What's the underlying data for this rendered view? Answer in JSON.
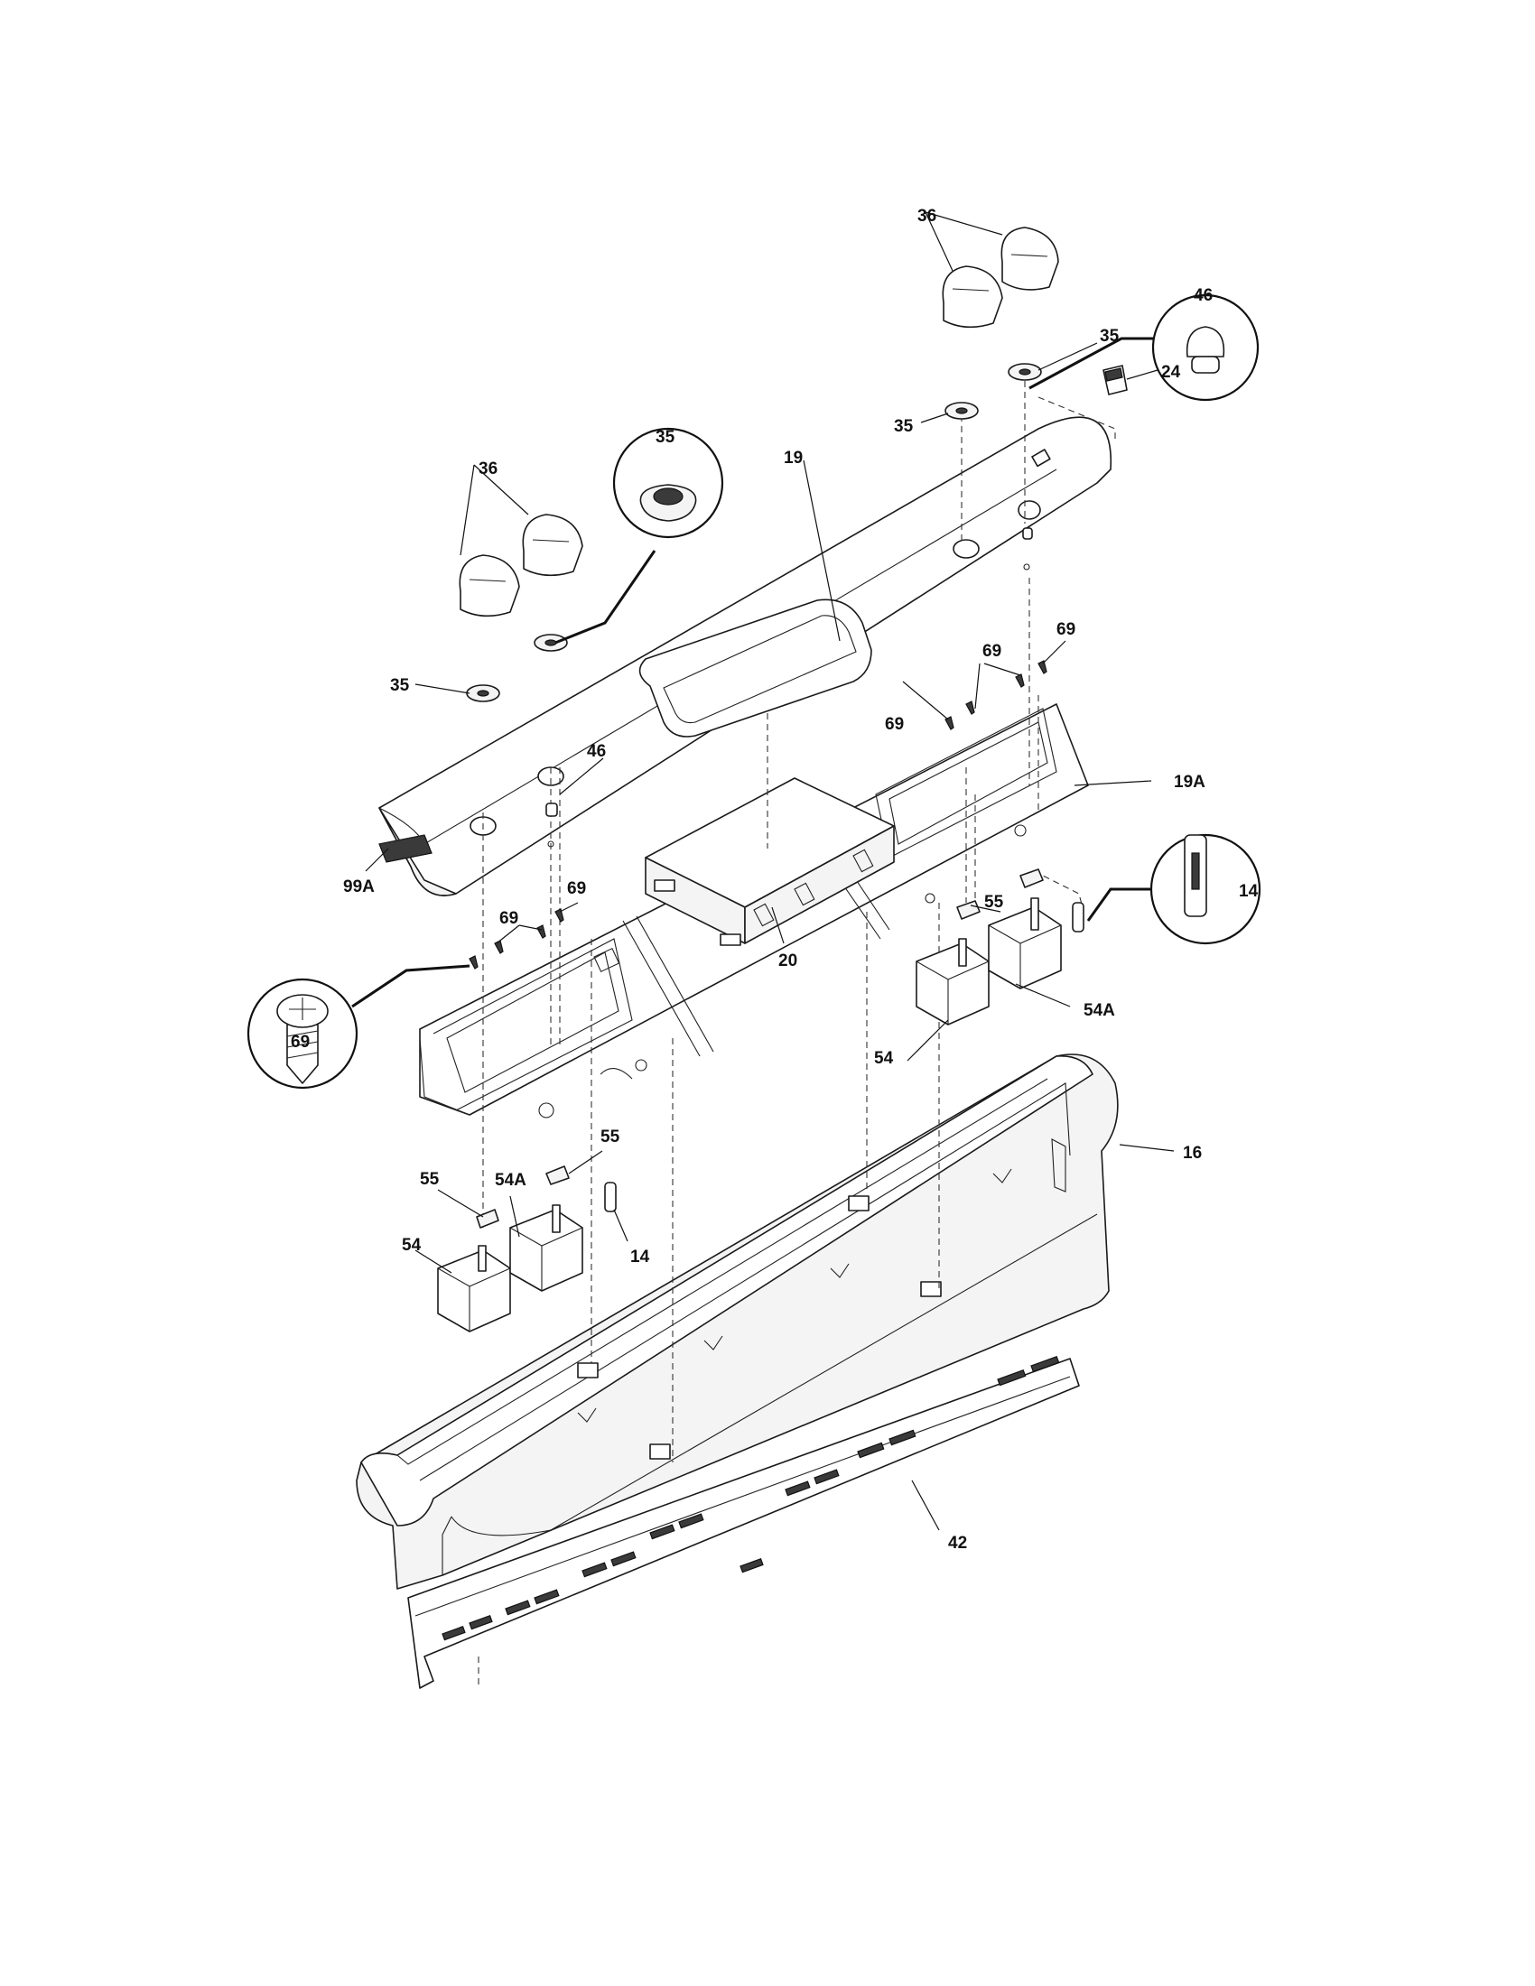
{
  "labels": {
    "knob_top": "36",
    "knob_left": "36",
    "bezel_top_right": "35",
    "bezel_top_mid": "35",
    "switch": "24",
    "console_panel": "19",
    "detail_bezel": "35",
    "detail_button": "46",
    "bezel_left": "35",
    "button": "46",
    "screw_a": "69",
    "screw_b": "69",
    "screw_c": "69",
    "screw_d": "69",
    "screw_e": "69",
    "panel_backing": "19A",
    "ribbon": "99A",
    "control_board": "20",
    "detail_light": "14",
    "receptacle_right": "55",
    "switch_right": "54",
    "switch_right_a": "54A",
    "detail_screw": "69",
    "backguard": "16",
    "receptacle_left_a": "55",
    "receptacle_left_b": "55",
    "switch_left_a": "54A",
    "switch_left": "54",
    "light_left": "14",
    "rear_cover": "42"
  }
}
